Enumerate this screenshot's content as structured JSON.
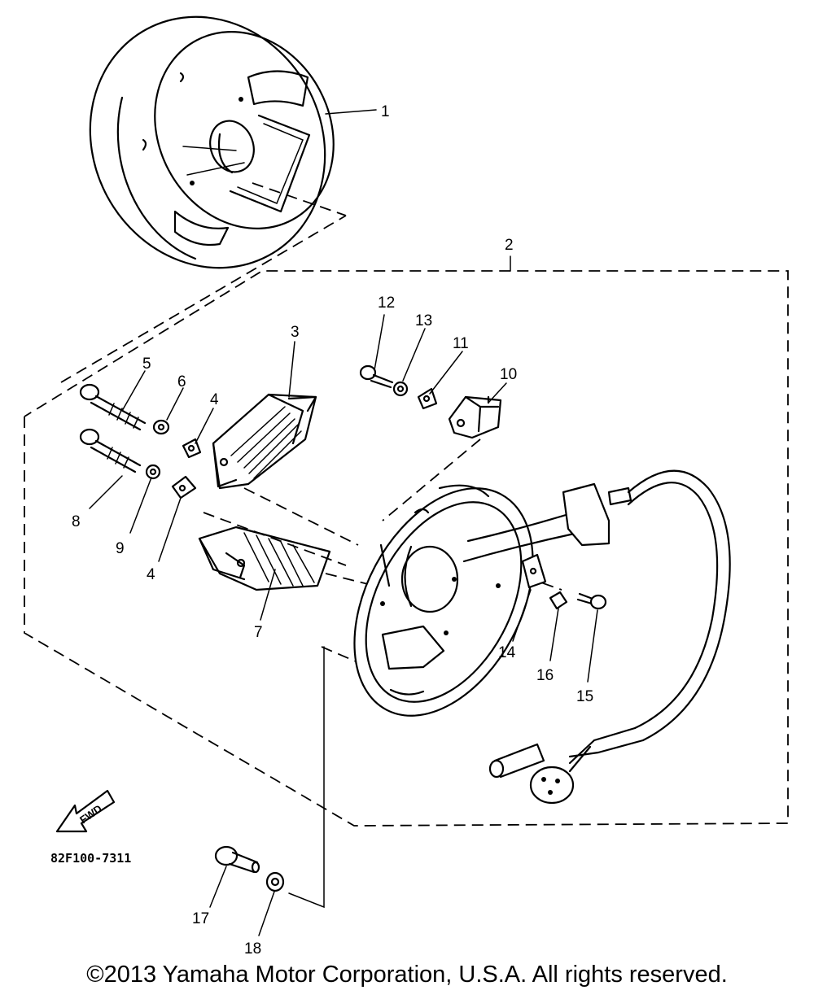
{
  "part_labels": [
    {
      "id": "1",
      "text": "1"
    },
    {
      "id": "2",
      "text": "2"
    },
    {
      "id": "3",
      "text": "3"
    },
    {
      "id": "4a",
      "text": "4"
    },
    {
      "id": "4b",
      "text": "4"
    },
    {
      "id": "5",
      "text": "5"
    },
    {
      "id": "6",
      "text": "6"
    },
    {
      "id": "7",
      "text": "7"
    },
    {
      "id": "8",
      "text": "8"
    },
    {
      "id": "9",
      "text": "9"
    },
    {
      "id": "10",
      "text": "10"
    },
    {
      "id": "11",
      "text": "11"
    },
    {
      "id": "12",
      "text": "12"
    },
    {
      "id": "13",
      "text": "13"
    },
    {
      "id": "14",
      "text": "14"
    },
    {
      "id": "15",
      "text": "15"
    },
    {
      "id": "16",
      "text": "16"
    },
    {
      "id": "17",
      "text": "17"
    },
    {
      "id": "18",
      "text": "18"
    }
  ],
  "fwd_label": "FWD",
  "diagram_code": "82F100-7311",
  "copyright": "©2013 Yamaha Motor Corporation, U.S.A. All rights reserved."
}
